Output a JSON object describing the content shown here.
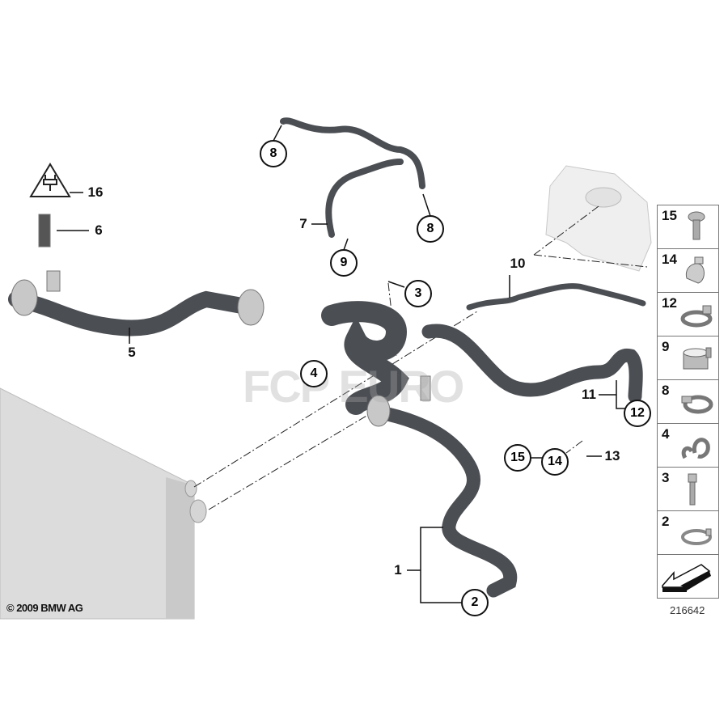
{
  "callouts": {
    "c1": "1",
    "c2": "2",
    "c3": "3",
    "c4": "4",
    "c5": "5",
    "c6": "6",
    "c7": "7",
    "c8a": "8",
    "c8b": "8",
    "c9": "9",
    "c10": "10",
    "c11": "11",
    "c12": "12",
    "c13": "13",
    "c14": "14",
    "c15": "15",
    "c16": "16"
  },
  "legend": [
    {
      "num": "15",
      "icon": "screw-icon"
    },
    {
      "num": "14",
      "icon": "clip-icon"
    },
    {
      "num": "12",
      "icon": "hose-clamp-icon"
    },
    {
      "num": "9",
      "icon": "hose-clamp-icon"
    },
    {
      "num": "8",
      "icon": "hose-clamp-icon"
    },
    {
      "num": "4",
      "icon": "holder-icon"
    },
    {
      "num": "3",
      "icon": "bolt-icon"
    },
    {
      "num": "2",
      "icon": "hose-clamp-icon"
    },
    {
      "num": "",
      "icon": "direction-arrow-icon"
    }
  ],
  "watermark": "FCP EURO",
  "copyright": "© 2009 BMW AG",
  "diagram_number": "216642",
  "colors": {
    "hose": "#4b4e53",
    "radiator": "#d9d9d9",
    "tank": "#ececec"
  }
}
